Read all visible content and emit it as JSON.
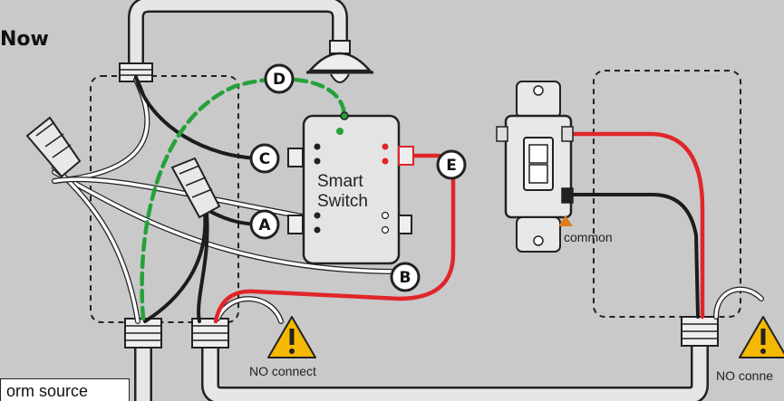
{
  "title": "Now",
  "switch_label_line1": "Smart",
  "switch_label_line2": "Switch",
  "common_label": "common",
  "no_connect_label_1": "NO connect",
  "no_connect_label_2": "NO conne",
  "source_label": "orm source",
  "badges": {
    "a": "A",
    "b": "B",
    "c": "C",
    "d": "D",
    "e": "E"
  },
  "colors": {
    "background": "#c9c9c9",
    "hot_wire": "#e0262a",
    "ground_wire": "#27a13b",
    "neutral_wire": "#ffffff",
    "line_wire": "#1c1c1c",
    "warning": "#f5b800"
  },
  "icons": [
    "warning-icon",
    "light-fixture-icon",
    "wire-nut-icon",
    "toggle-switch-icon"
  ]
}
